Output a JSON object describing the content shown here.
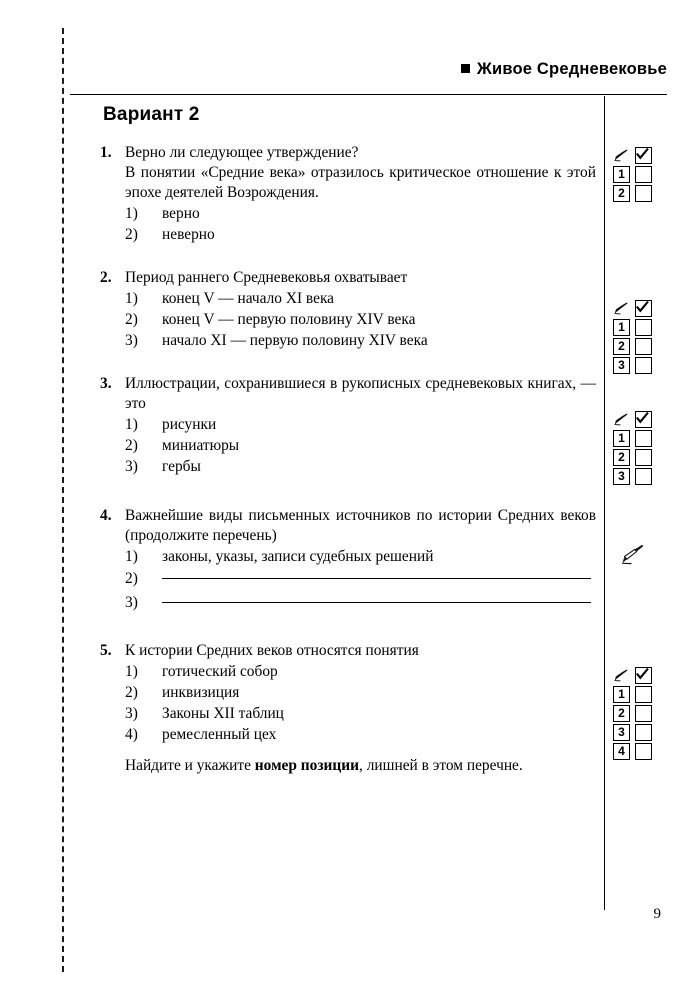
{
  "page": {
    "header_title": "Живое Средневековье",
    "header_bullet": "square-bullet",
    "page_number": "9",
    "variant_title": "Вариант 2"
  },
  "icons": {
    "pen": "pen-icon",
    "check": "check-icon"
  },
  "questions": [
    {
      "number": "1.",
      "stem_lines": [
        "Верно ли следующее утверждение?",
        "В понятии «Средние века» отразилось критиче-ское отношение к этой эпохе деятелей Возрожде-ния."
      ],
      "stem_line1": "Верно ли следующее утверждение?",
      "stem_line2": "В понятии «Средние века» отразилось критическое отношение к этой эпохе деятелей Возрождения.",
      "options": [
        {
          "marker": "1)",
          "text": "верно"
        },
        {
          "marker": "2)",
          "text": "неверно"
        }
      ],
      "answer_rows": [
        "1",
        "2"
      ],
      "answer_type": "checkbox-grid"
    },
    {
      "number": "2.",
      "stem_line1": "Период раннего Средневековья охватывает",
      "options": [
        {
          "marker": "1)",
          "text": "конец V — начало XI века"
        },
        {
          "marker": "2)",
          "text": "конец V — первую половину XIV века"
        },
        {
          "marker": "3)",
          "text": "начало XI — первую половину XIV века"
        }
      ],
      "answer_rows": [
        "1",
        "2",
        "3"
      ],
      "answer_type": "checkbox-grid"
    },
    {
      "number": "3.",
      "stem_line1": "Иллюстрации, сохранившиеся в рукописных средневековых книгах, — это",
      "options": [
        {
          "marker": "1)",
          "text": "рисунки"
        },
        {
          "marker": "2)",
          "text": "миниатюры"
        },
        {
          "marker": "3)",
          "text": "гербы"
        }
      ],
      "answer_rows": [
        "1",
        "2",
        "3"
      ],
      "answer_type": "checkbox-grid"
    },
    {
      "number": "4.",
      "stem_line1": "Важнейшие виды письменных источников по истории Средних веков (продолжите перечень)",
      "options": [
        {
          "marker": "1)",
          "text": "законы, указы, записи судебных решений"
        },
        {
          "marker": "2)",
          "text": ""
        },
        {
          "marker": "3)",
          "text": ""
        }
      ],
      "answer_rows": [],
      "answer_type": "pen-only"
    },
    {
      "number": "5.",
      "stem_line1": "К истории Средних веков относятся понятия",
      "options": [
        {
          "marker": "1)",
          "text": "готический собор"
        },
        {
          "marker": "2)",
          "text": "инквизиция"
        },
        {
          "marker": "3)",
          "text": "Законы XII таблиц"
        },
        {
          "marker": "4)",
          "text": "ремесленный цех"
        }
      ],
      "tail_prefix": "Найдите и укажите ",
      "tail_bold": "номер позиции",
      "tail_suffix": ", лишней в этом перечне.",
      "answer_rows": [
        "1",
        "2",
        "3",
        "4"
      ],
      "answer_type": "checkbox-grid"
    }
  ]
}
